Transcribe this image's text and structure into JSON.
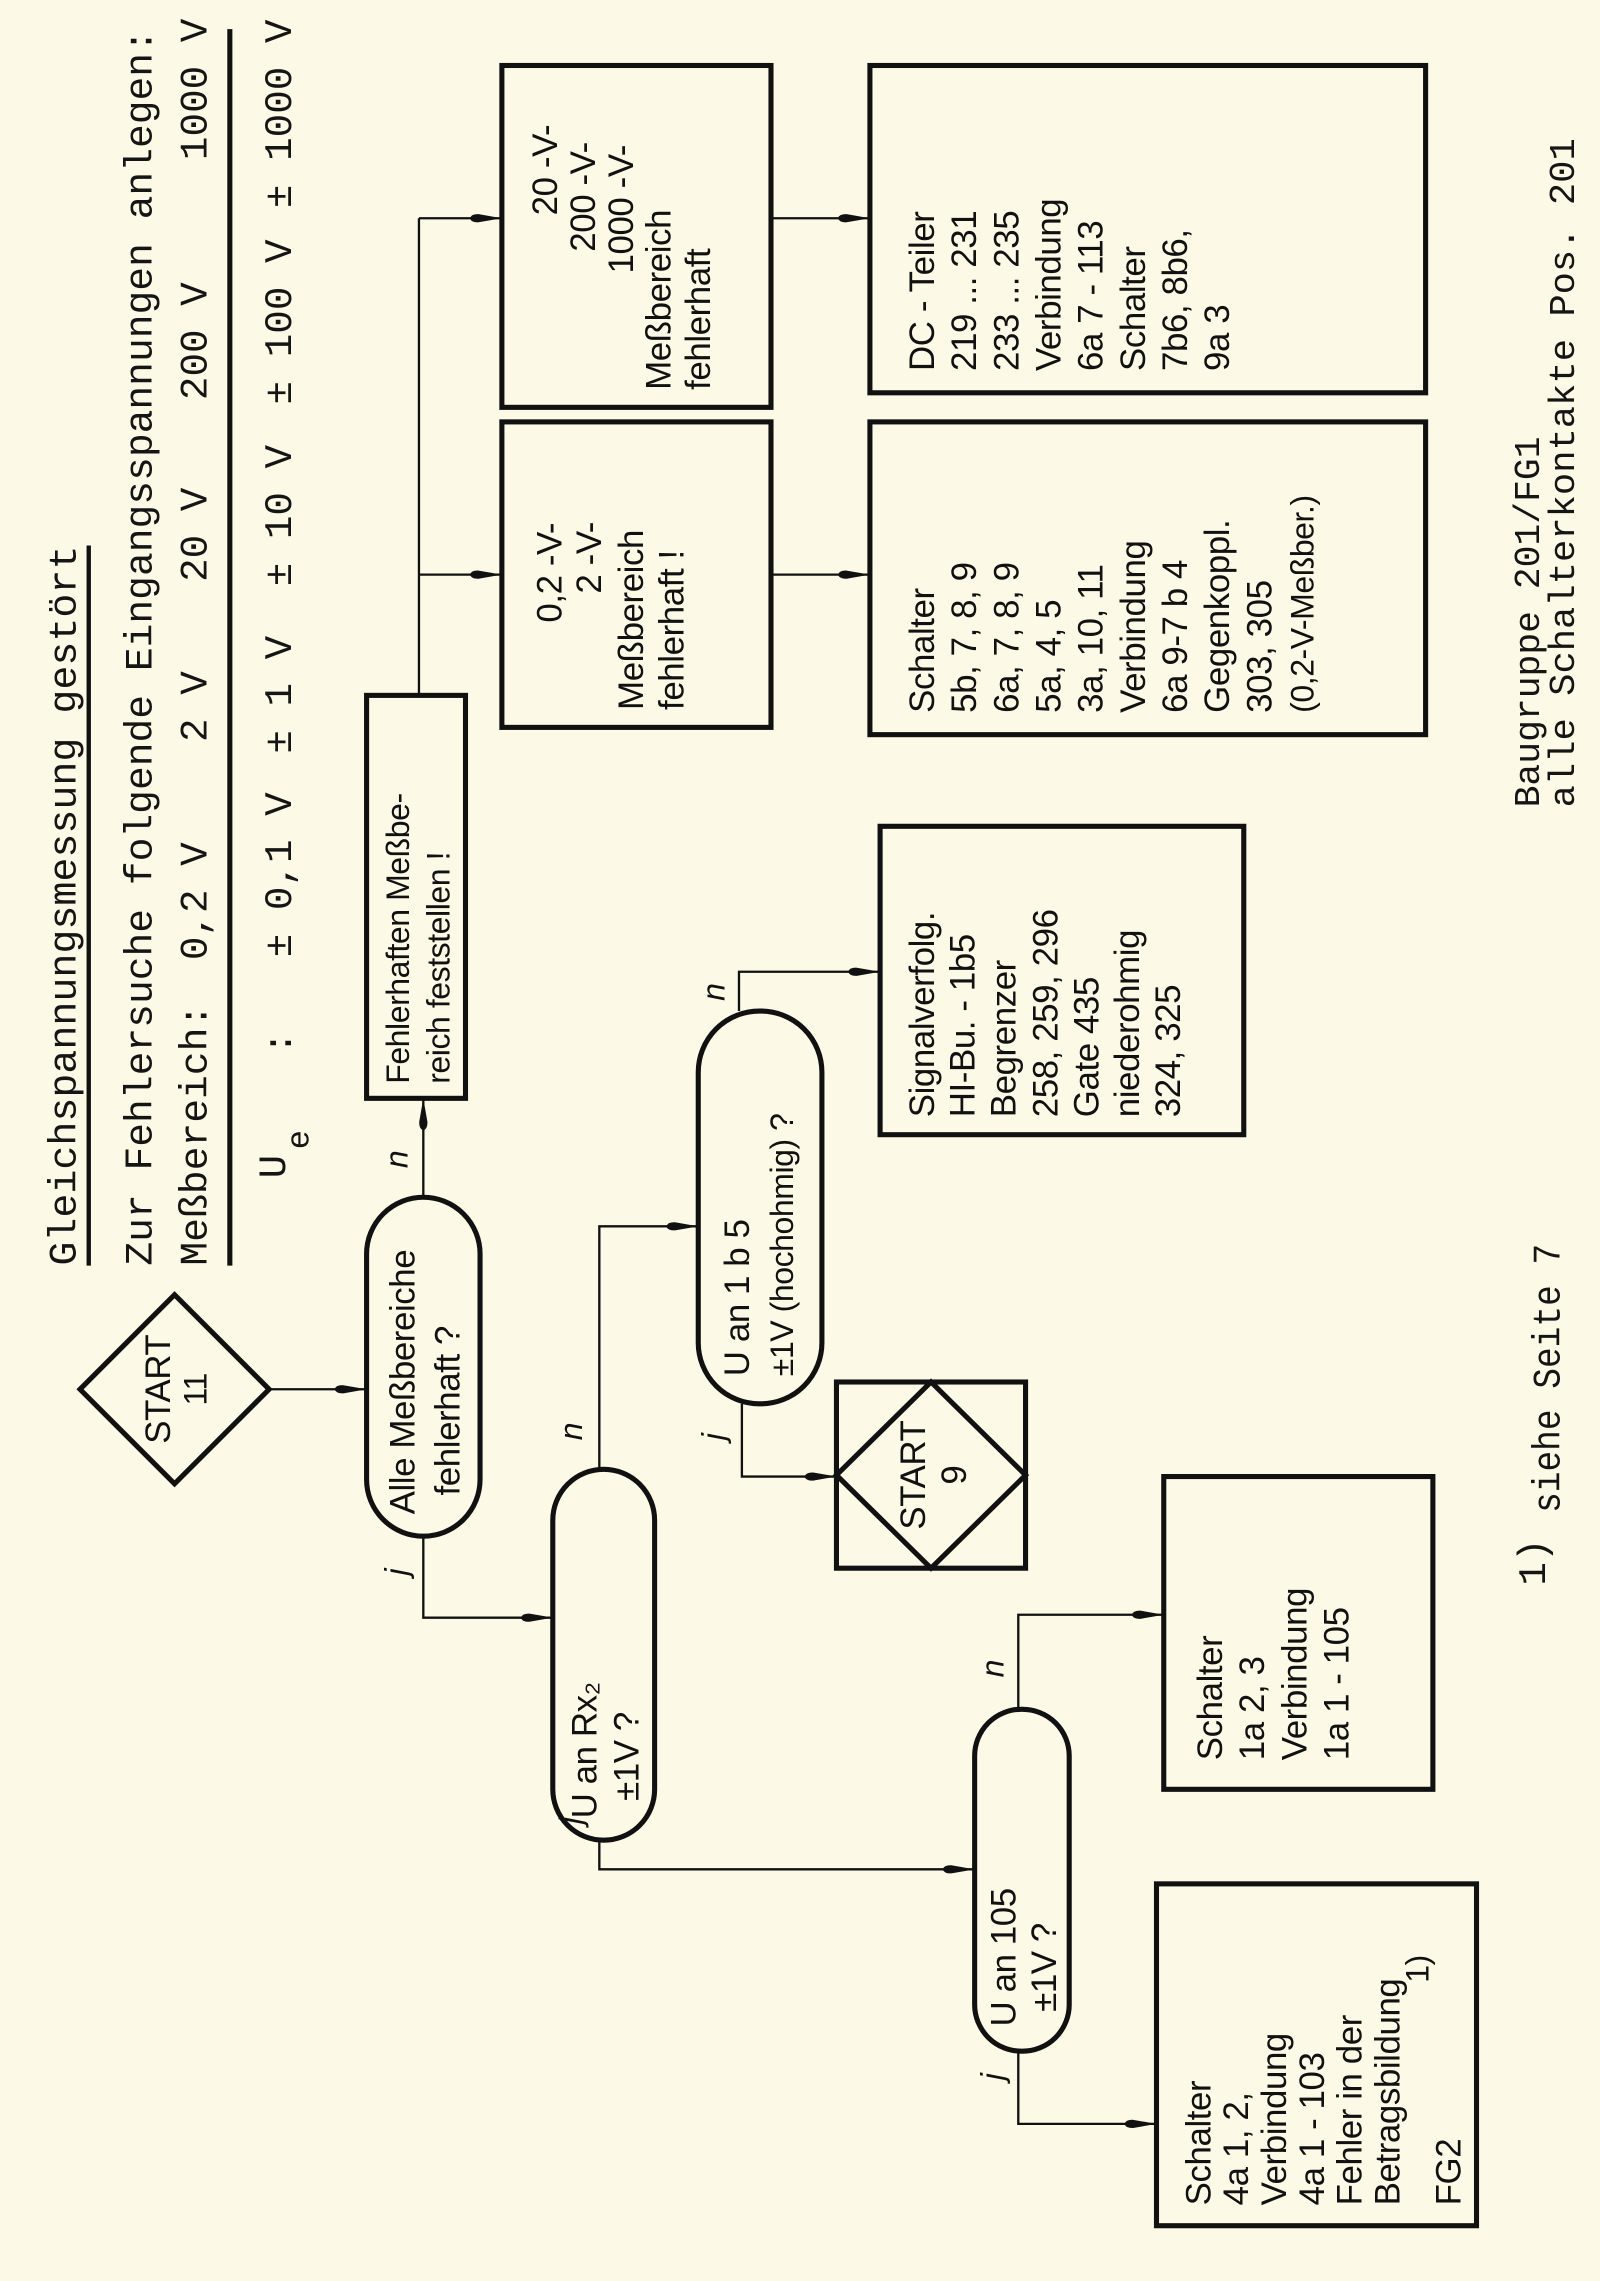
{
  "header": {
    "title": "Gleichspannungsmessung gestört",
    "instruction": "Zur Fehlersuche folgende Eingangsspannungen anlegen:",
    "range_label": "Meßbereich:",
    "ranges": [
      "0,2 V",
      "2 V",
      "20 V",
      "200 V",
      "1000 V"
    ],
    "ue_symbol": "U",
    "ue_subscript": "e",
    "ue_colon": ":",
    "ue_values": [
      "± 0,1 V",
      "± 1 V",
      "± 10 V",
      "± 100 V",
      "± 1000 V"
    ]
  },
  "flow": {
    "edge_yes": "j",
    "edge_no": "n",
    "start_main": {
      "label": "START",
      "number": "11"
    },
    "q_all_ranges": [
      "Alle Meßbereiche",
      "fehlerhaft ?"
    ],
    "find_range": [
      "Fehlerhaften Meßbe-",
      "reich feststellen !"
    ],
    "low_ranges": [
      "0,2 -V-",
      "2 -V-",
      "Meßbereich",
      "fehlerhaft !"
    ],
    "high_ranges": [
      "20 -V-",
      "200 -V-",
      "1000 -V-",
      "Meßbereich",
      "fehlerhaft"
    ],
    "low_parts": [
      "Schalter",
      "5b, 7, 8, 9",
      "6a, 7, 8, 9",
      "5a, 4, 5",
      "3a, 10, 11",
      "Verbindung",
      "6a 9-7 b 4",
      "Gegenkoppl.",
      "303, 305",
      "(0,2-V-Meßber.)"
    ],
    "high_parts": [
      "DC - Teiler",
      "219 ... 231",
      "233 ... 235",
      "Verbindung",
      "6a 7 - 113",
      "Schalter",
      "7b6, 8b6,",
      "9a 3"
    ],
    "q_1b5": [
      "U an 1 b 5",
      "±1V (hochohmig) ?"
    ],
    "signal_parts": [
      "Signalverfolg.",
      "HI-Bu. - 1b5",
      "Begrenzer",
      "258, 259, 296",
      "Gate 435",
      "niederohmig",
      "324, 325"
    ],
    "start_next": {
      "label": "START",
      "number": "9"
    },
    "q_rx2": [
      "U an Rx₂",
      "±1V ?"
    ],
    "q_105": [
      "U an 105",
      "±1V ?"
    ],
    "parts_105_no": [
      "Schalter",
      "1a 2, 3",
      "Verbindung",
      "1a 1 - 105"
    ],
    "parts_105_yes": [
      "Schalter",
      "4a 1, 2,",
      "Verbindung",
      "4a 1 - 103",
      "Fehler in der",
      "Betragsbildung",
      "FG2"
    ],
    "parts_105_yes_note": "1)"
  },
  "footer": {
    "footnote_mark": "1)",
    "footnote_text": "siehe Seite 7",
    "module": [
      "Baugruppe 201/FG1",
      "alle Schalterkontakte Pos. 201"
    ]
  }
}
